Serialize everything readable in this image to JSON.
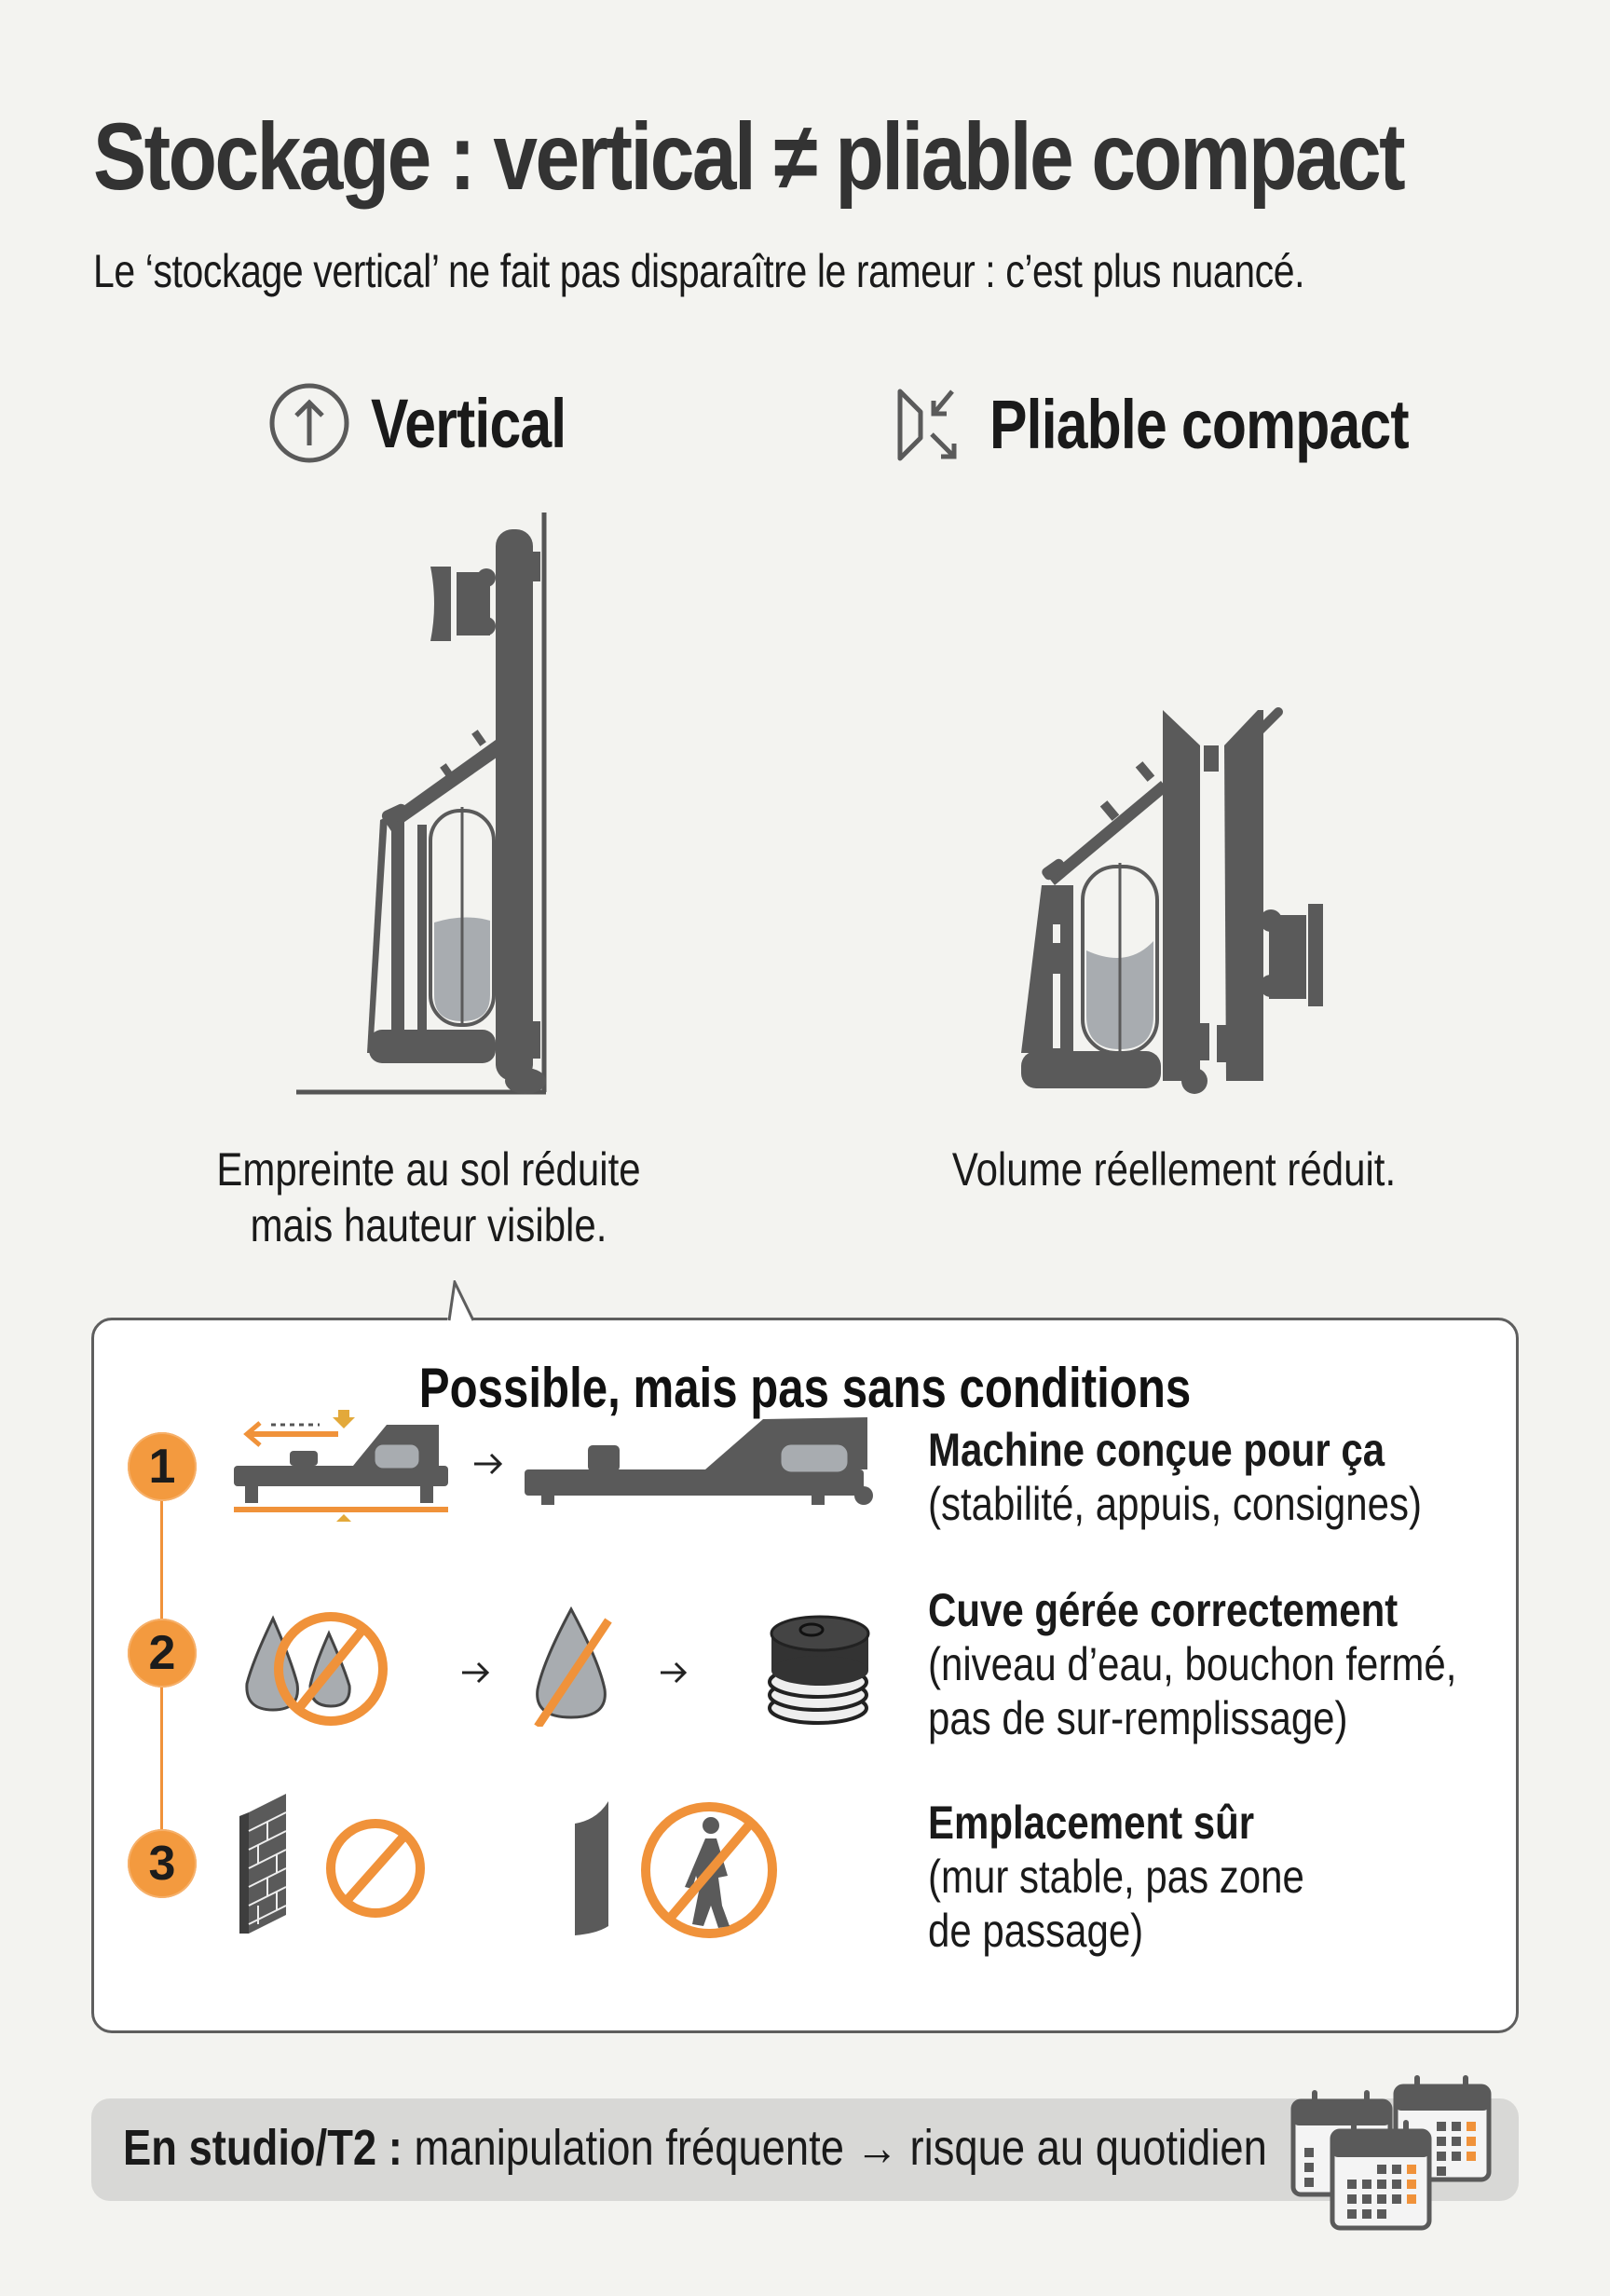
{
  "header": {
    "title": "Stockage : vertical ≠ pliable compact",
    "subtitle": "Le ‘stockage vertical’ ne fait pas disparaître le rameur : c’est plus nuancé."
  },
  "columns": [
    {
      "label": "Vertical",
      "icon": "arrow-up-circle-icon",
      "caption_line1": "Empreinte au sol réduite",
      "caption_line2": "mais hauteur visible."
    },
    {
      "label": "Pliable compact",
      "icon": "fold-compress-icon",
      "caption_line1": "Volume réellement réduit."
    }
  ],
  "conditions": {
    "title": "Possible, mais pas sans conditions",
    "steps": [
      {
        "number": "1",
        "heading": "Machine conçue pour ça",
        "detail_line1": "(stabilité, appuis, consignes)",
        "icons": [
          "rower-folding-icon",
          "arrow-right-icon",
          "rower-stable-icon"
        ]
      },
      {
        "number": "2",
        "heading": "Cuve gérée correctement",
        "detail_line1": "(niveau d’eau, bouchon fermé,",
        "detail_line2": "pas de sur-remplissage)",
        "icons": [
          "water-drops-prohibited-icon",
          "arrow-right-icon",
          "water-drop-crossed-icon",
          "arrow-right-icon",
          "tank-cap-icon"
        ]
      },
      {
        "number": "3",
        "heading": "Emplacement sûr",
        "detail_line1": "(mur stable, pas zone",
        "detail_line2": "de passage)",
        "icons": [
          "brick-wall-icon",
          "prohibited-icon",
          "wall-panel-icon",
          "no-pedestrian-icon"
        ]
      }
    ]
  },
  "footer": {
    "bold": "En studio/T2 :",
    "text": " manipulation fréquente → risque au quotidien",
    "icon": "calendars-icon"
  },
  "colors": {
    "accent_orange": "#f39a3f",
    "icon_gray": "#5a5a5a",
    "water_gray": "#a8acb0",
    "background": "#f3f3f0",
    "footer_bar": "#d8d8d6"
  }
}
